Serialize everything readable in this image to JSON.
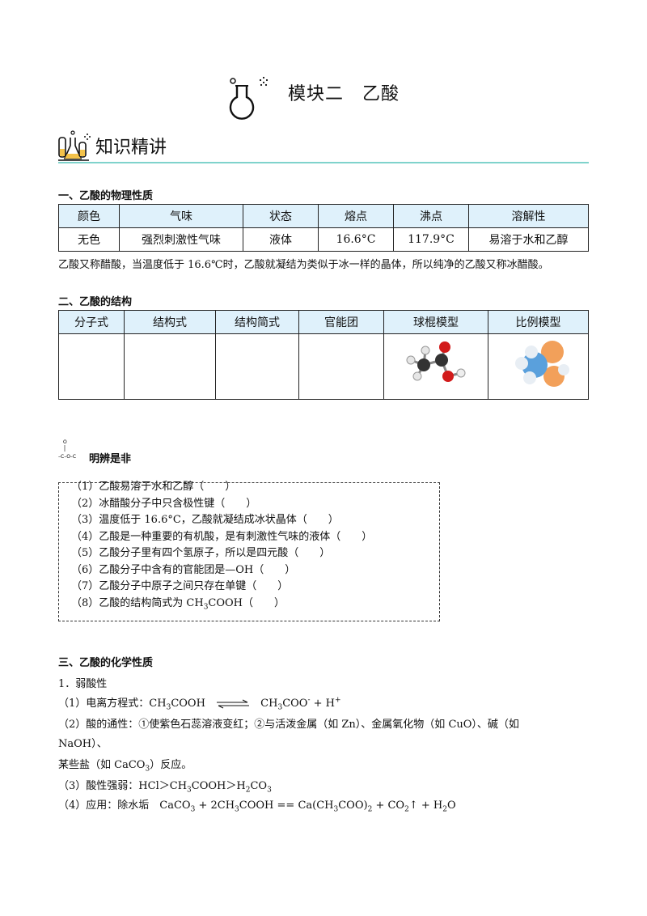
{
  "header": {
    "module_title": "模块二　乙酸",
    "section_banner": "知识精讲"
  },
  "physical": {
    "heading": "一、乙酸的物理性质",
    "headers": [
      "颜色",
      "气味",
      "状态",
      "熔点",
      "沸点",
      "溶解性"
    ],
    "values": [
      "无色",
      "强烈刺激性气味",
      "液体",
      "16.6°C",
      "117.9°C",
      "易溶于水和乙醇"
    ],
    "note": "乙酸又称醋酸，当温度低于 16.6℃时，乙酸就凝结为类似于冰一样的晶体，所以纯净的乙酸又称冰醋酸。"
  },
  "structure": {
    "heading": "二、乙酸的结构",
    "headers": [
      "分子式",
      "结构式",
      "结构简式",
      "官能团",
      "球棍模型",
      "比例模型"
    ]
  },
  "judge": {
    "heading": "明辨是非",
    "items": [
      "（1）乙酸易溶于水和乙醇（　　）",
      "（2）冰醋酸分子中只含极性键（　　）",
      "（3）温度低于 16.6°C，乙酸就凝结成冰状晶体（　　）",
      "（4）乙酸是一种重要的有机酸，是有刺激性气味的液体（　　）",
      "（5）乙酸分子里有四个氢原子，所以是四元酸（　　）",
      "（6）乙酸分子中含有的官能团是—OH（　　）",
      "（7）乙酸分子中原子之间只存在单键（　　）"
    ]
  },
  "chemical": {
    "heading": "三、乙酸的化学性质",
    "sub1": "1．弱酸性",
    "line1_prefix": "（1）电离方程式：",
    "line2": "（2）酸的通性：①使紫色石蕊溶液变红；②与活泼金属（如 Zn）、金属氧化物（如 CuO）、碱（如",
    "line2b": "NaOH）、",
    "line3_prefix": "某些盐（如 ",
    "line3_suffix": "）反应。",
    "line4_prefix": "（3）酸性强弱：",
    "line5_prefix": "（4）应用：除水垢",
    "equals": "==",
    "plus": "+",
    "gt": "＞"
  }
}
